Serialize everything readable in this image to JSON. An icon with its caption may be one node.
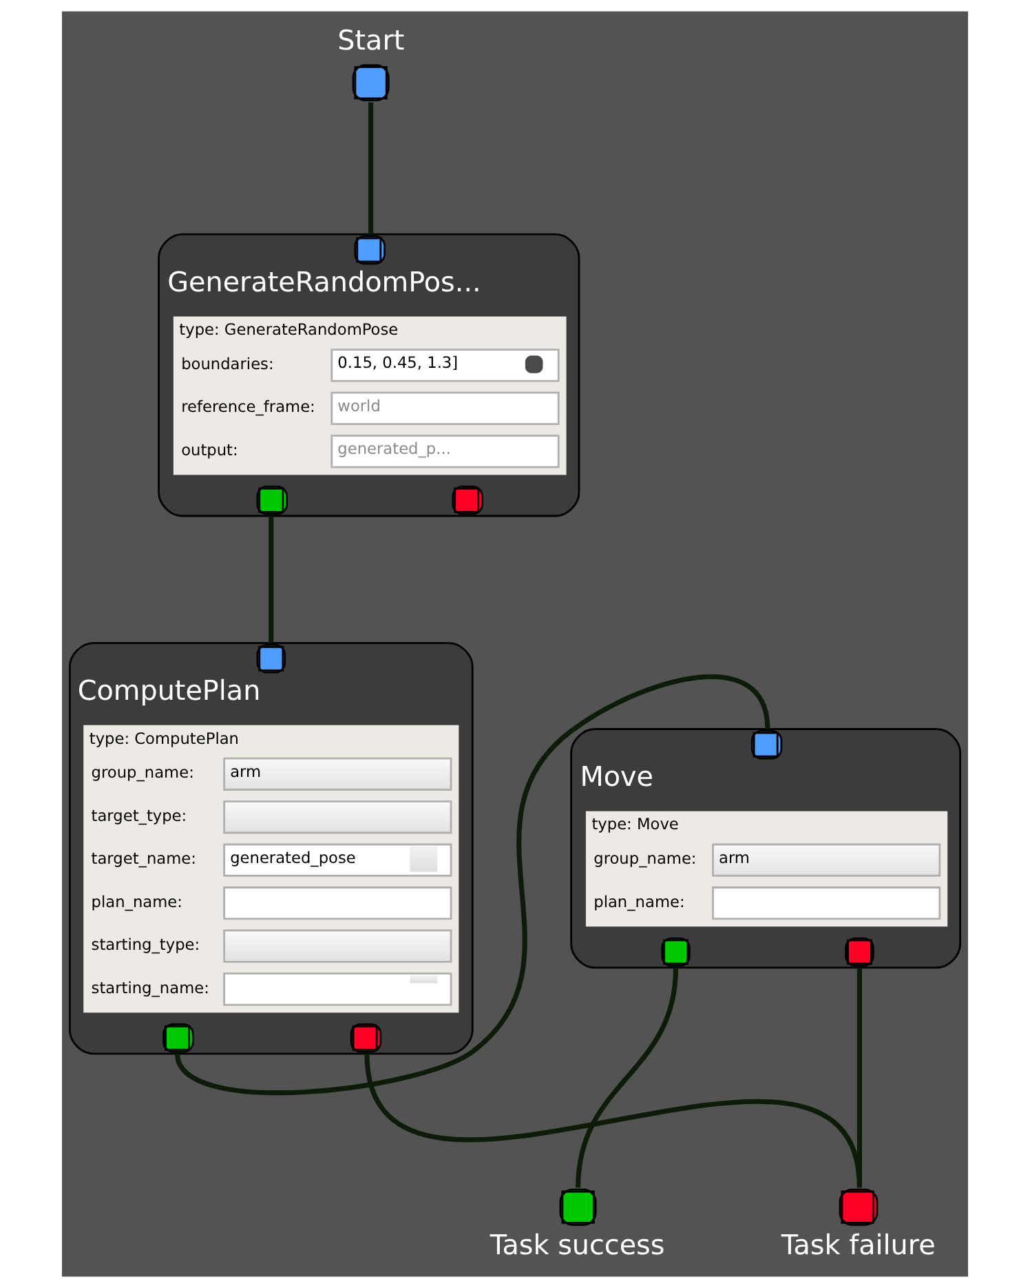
{
  "diagram": {
    "nodes": [
      {
        "text": [
          "Start"
        ]
      },
      {
        "text": [
          "GenerateRandomPos...",
          "type: GenerateRandomPose",
          "boundaries:",
          "0.15, 0.45, 1.3]",
          "reference_frame:",
          "world",
          "output:",
          "generated_p..."
        ]
      },
      {
        "text": [
          "ComputePlan",
          "type: ComputePlan",
          "group_name:",
          "arm",
          "target_type:",
          "target_name:",
          "generated_pose",
          "plan_name:",
          "starting_type:",
          "starting_name:"
        ]
      },
      {
        "text": [
          "Move",
          "type: Move",
          "group_name:",
          "arm",
          "plan_name:"
        ]
      },
      {
        "text": [
          "Task success"
        ]
      },
      {
        "text": [
          "Task failure"
        ]
      }
    ],
    "edges": [
      {
        "from": 0,
        "to": 1,
        "arrow": "none"
      },
      {
        "from": 1,
        "to": 2,
        "arrow": "none"
      },
      {
        "from": 2,
        "to": 3,
        "arrow": "none"
      },
      {
        "from": 2,
        "to": 5,
        "arrow": "none"
      },
      {
        "from": 3,
        "to": 4,
        "arrow": "none"
      },
      {
        "from": 3,
        "to": 5,
        "arrow": "none"
      }
    ]
  }
}
